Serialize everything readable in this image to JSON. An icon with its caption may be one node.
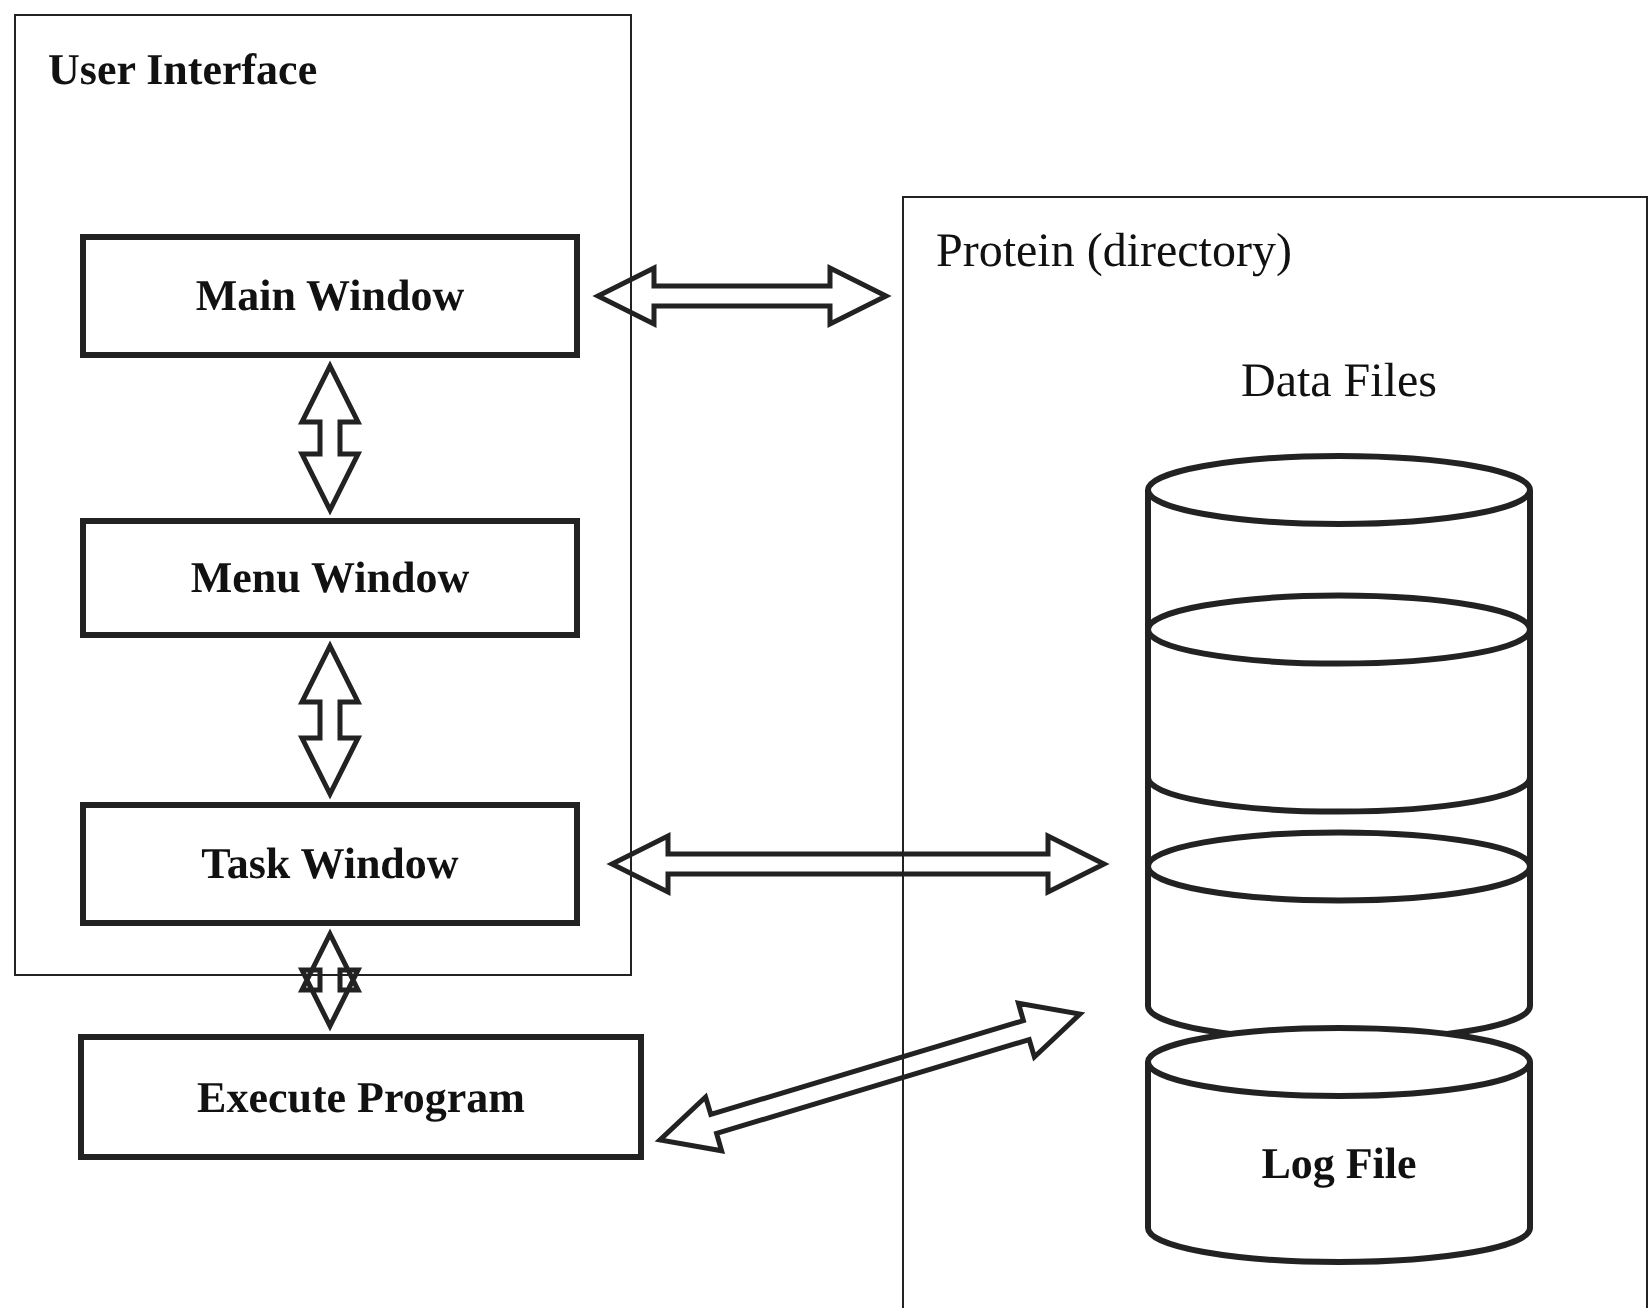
{
  "diagram": {
    "nodes": [
      {
        "text": [
          "User Interface"
        ]
      },
      {
        "text": [
          "Main Window"
        ],
        "in": 0
      },
      {
        "text": [
          "Menu Window"
        ],
        "in": 0
      },
      {
        "text": [
          "Task Window"
        ],
        "in": 0
      },
      {
        "text": [
          "Execute Program"
        ]
      },
      {
        "text": [
          "Protein (directory)"
        ]
      },
      {
        "text": [
          "Data Files"
        ],
        "in": 5
      },
      {
        "text": [
          "Log File"
        ],
        "in": 5
      }
    ],
    "edges": [
      {
        "from": 1,
        "to": 5,
        "arrow": "both"
      },
      {
        "from": 1,
        "to": 2,
        "arrow": "both"
      },
      {
        "from": 2,
        "to": 3,
        "arrow": "both"
      },
      {
        "from": 3,
        "to": 6,
        "arrow": "both"
      },
      {
        "from": 3,
        "to": 4,
        "arrow": "both"
      },
      {
        "from": 4,
        "to": 7,
        "arrow": "both"
      }
    ]
  }
}
